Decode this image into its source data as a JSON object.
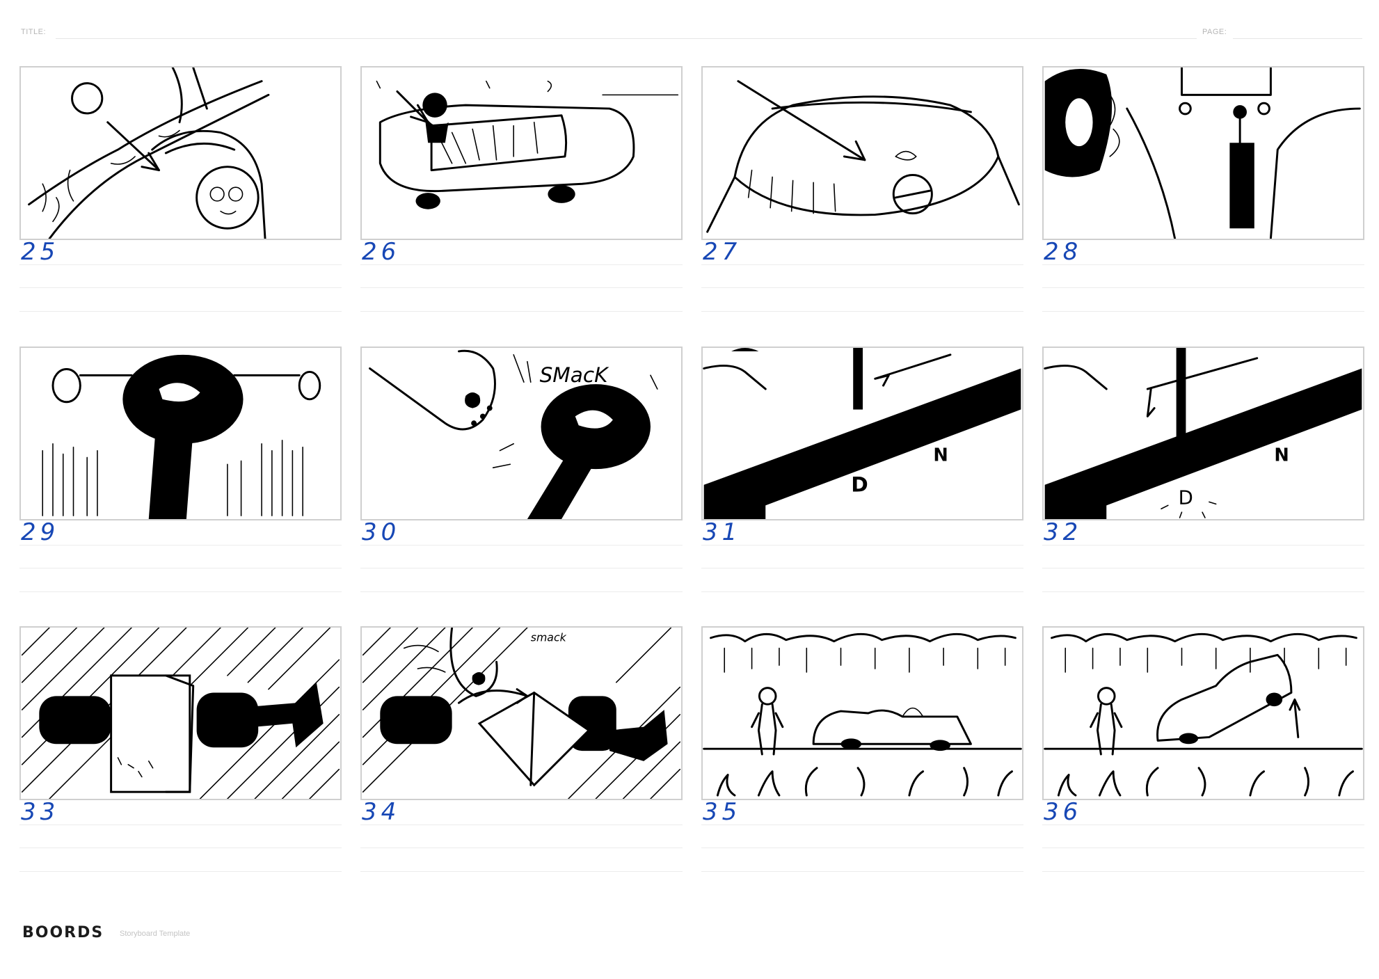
{
  "header": {
    "title_label": "TITLE:",
    "page_label": "PAGE:"
  },
  "panels": [
    {
      "number": "25"
    },
    {
      "number": "26"
    },
    {
      "number": "27"
    },
    {
      "number": "28"
    },
    {
      "number": "29"
    },
    {
      "number": "30"
    },
    {
      "number": "31"
    },
    {
      "number": "32"
    },
    {
      "number": "33"
    },
    {
      "number": "34"
    },
    {
      "number": "35"
    },
    {
      "number": "36"
    }
  ],
  "sketch_text": {
    "smack_30": "SMacK",
    "smack_34": "smack",
    "gear_d": "D",
    "gear_n": "N"
  },
  "footer": {
    "brand": "BOORDS",
    "subtitle": "Storyboard Template"
  },
  "colors": {
    "number_ink": "#1747b5",
    "frame_border": "#cfcfcf"
  }
}
